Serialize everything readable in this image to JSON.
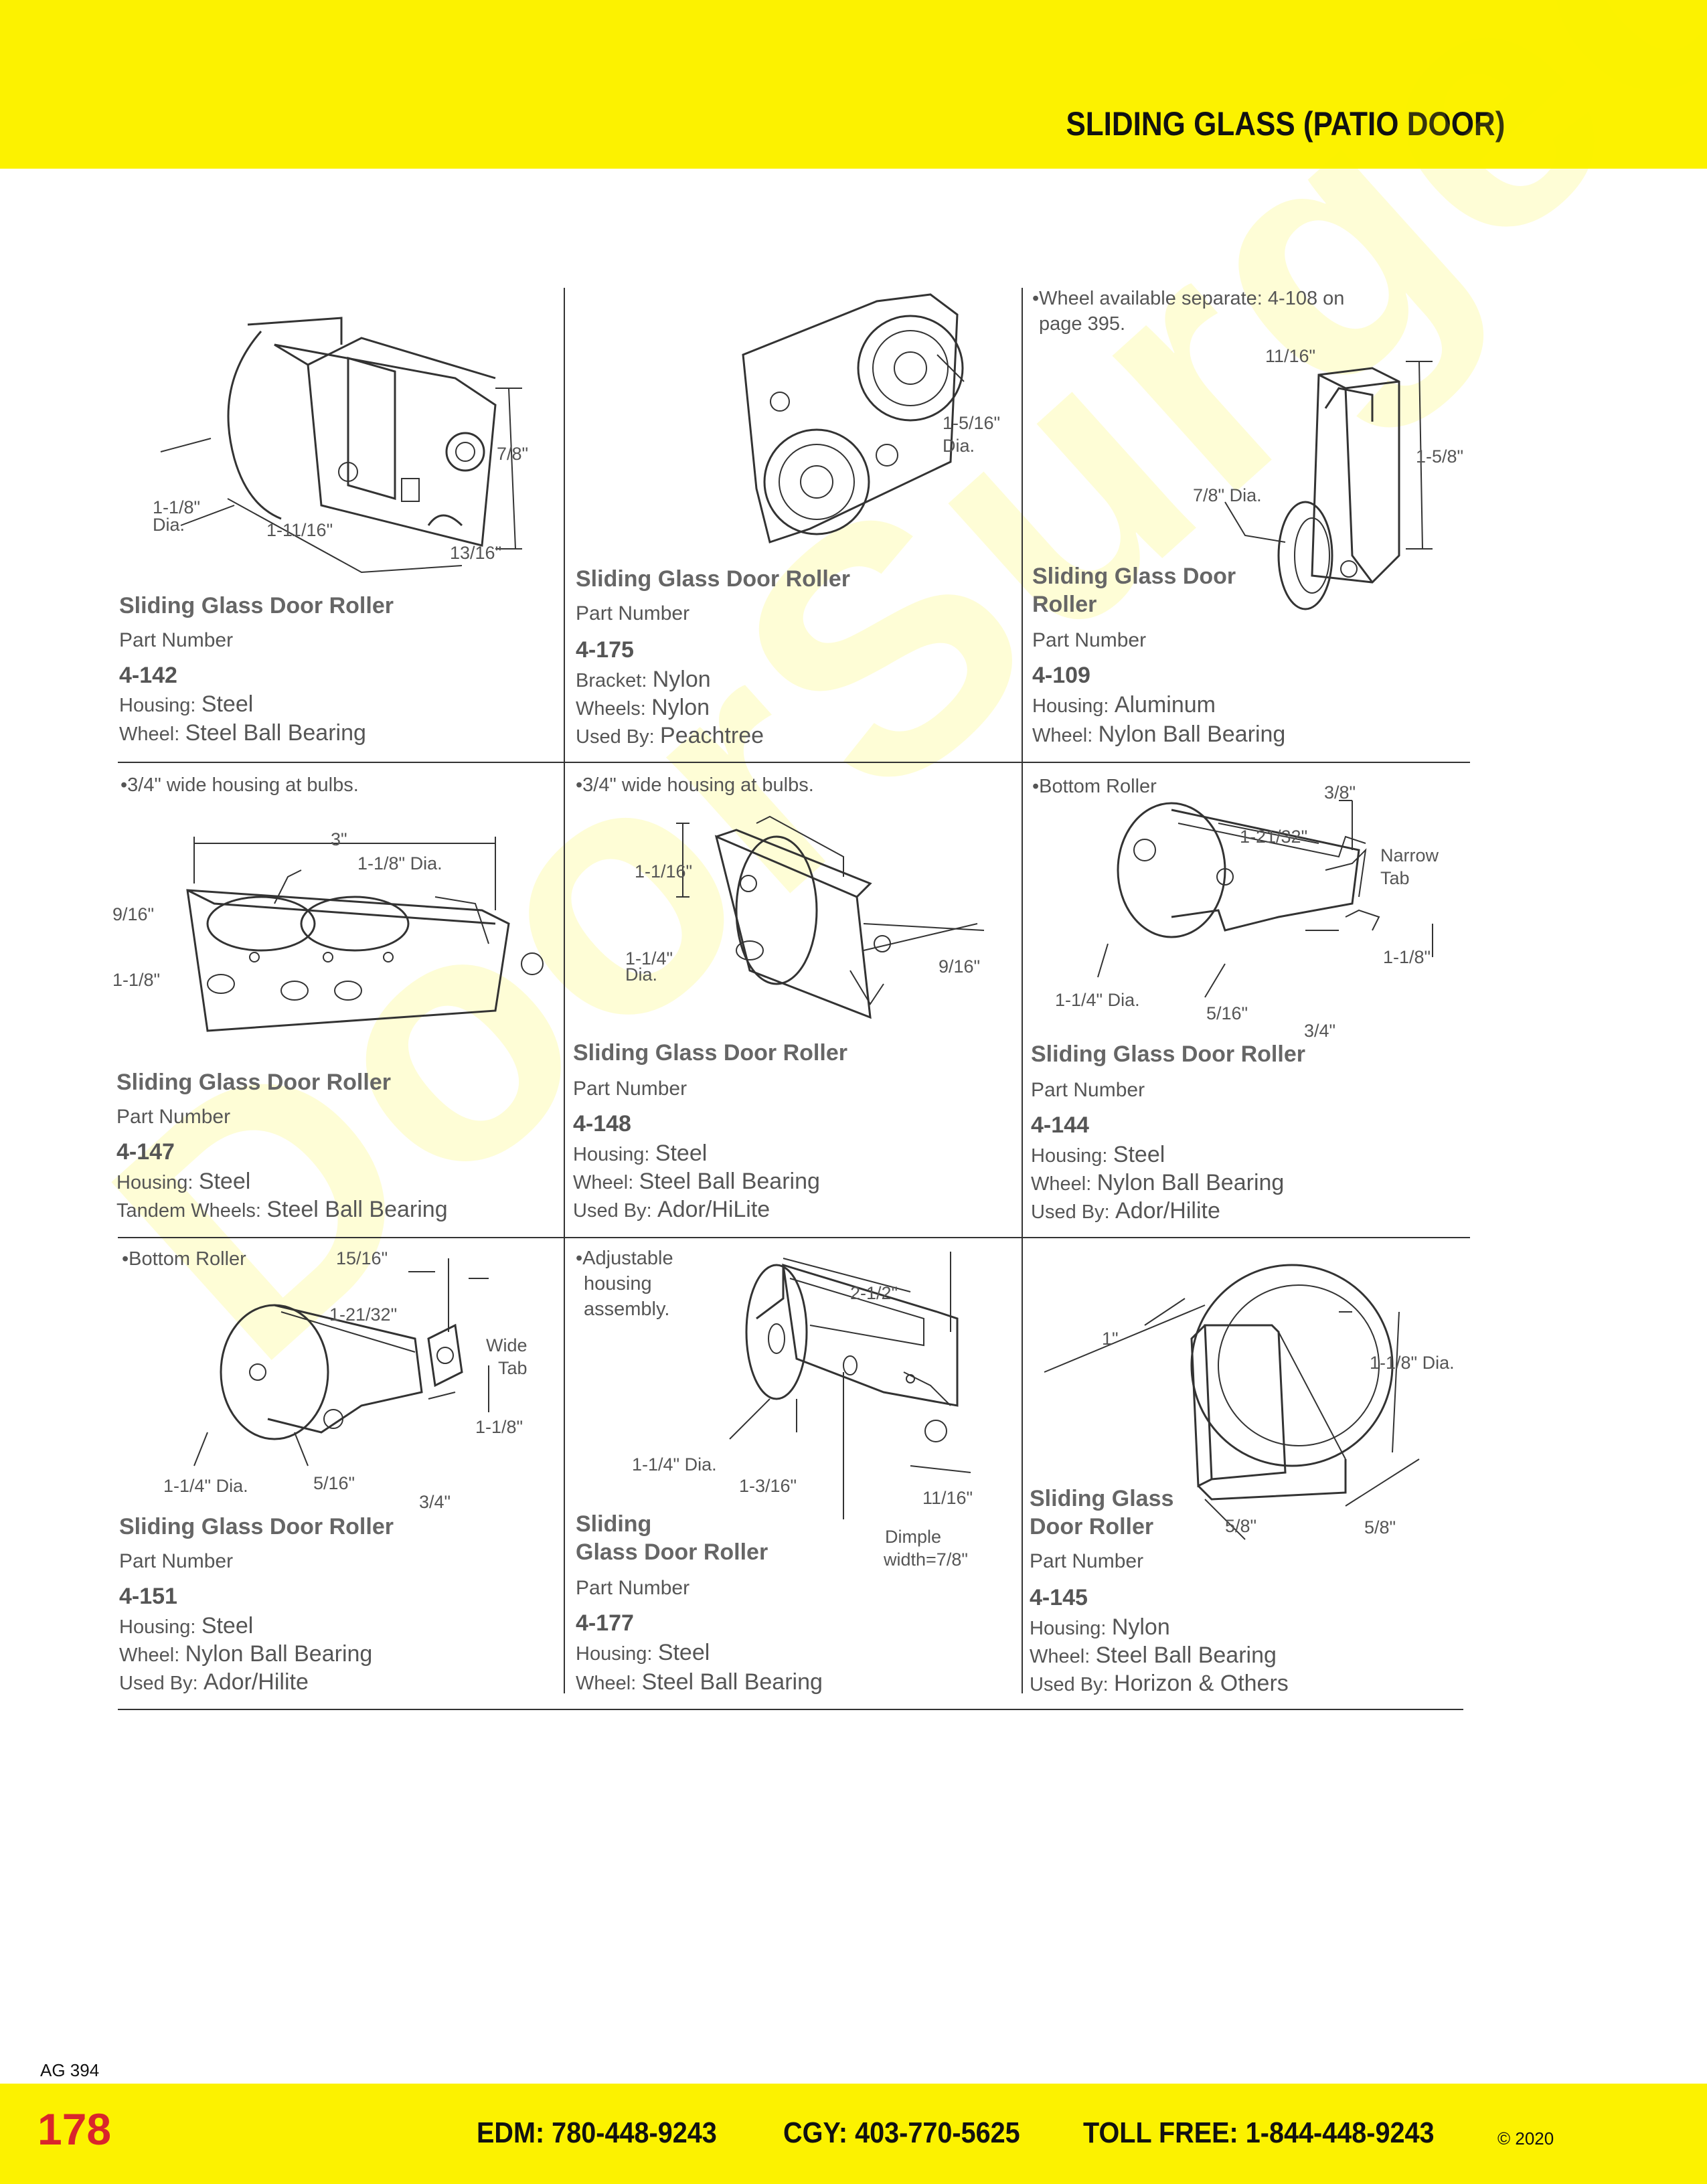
{
  "header": {
    "title": "SLIDING GLASS (PATIO DOOR)"
  },
  "watermark": "DoorSurgeon.com",
  "footer": {
    "page_number": "178",
    "ag_code": "AG 394",
    "edm": "EDM: 780-448-9243",
    "cgy": "CGY: 403-770-5625",
    "toll_free": "TOLL FREE: 1-844-448-9243",
    "copyright": "© 2020"
  },
  "products": [
    {
      "title": "Sliding Glass Door Roller",
      "part_label": "Part Number",
      "part": "4-142",
      "specs": [
        {
          "k": "Housing:",
          "v": "Steel"
        },
        {
          "k": "Wheel:",
          "v": "Steel Ball Bearing"
        }
      ],
      "dims": [
        "7/8\"",
        "1-1/8\"",
        "Dia.",
        "1-11/16\"",
        "13/16\""
      ]
    },
    {
      "title": "Sliding Glass Door Roller",
      "part_label": "Part Number",
      "part": "4-175",
      "specs": [
        {
          "k": "Bracket:",
          "v": "Nylon"
        },
        {
          "k": "Wheels:",
          "v": "Nylon"
        },
        {
          "k": "Used By:",
          "v": "Peachtree"
        }
      ],
      "dims": [
        "1-5/16\"",
        "Dia."
      ]
    },
    {
      "note": [
        "•Wheel available separate: 4-108 on",
        "page 395."
      ],
      "title_lines": [
        "Sliding Glass Door",
        "Roller"
      ],
      "part_label": "Part Number",
      "part": "4-109",
      "specs": [
        {
          "k": "Housing:",
          "v": "Aluminum"
        },
        {
          "k": "Wheel:",
          "v": "Nylon Ball Bearing"
        }
      ],
      "dims": [
        "11/16\"",
        "1-5/8\"",
        "7/8\" Dia."
      ]
    },
    {
      "note": [
        "•3/4\" wide housing at bulbs."
      ],
      "title": "Sliding Glass Door Roller",
      "part_label": "Part Number",
      "part": "4-147",
      "specs": [
        {
          "k": "Housing:",
          "v": "Steel"
        },
        {
          "k": "Tandem Wheels:",
          "v": "Steel Ball Bearing"
        }
      ],
      "dims": [
        "3\"",
        "1-1/8\" Dia.",
        "9/16\"",
        "1-1/8\""
      ]
    },
    {
      "note": [
        "•3/4\" wide housing at bulbs."
      ],
      "title": "Sliding Glass Door Roller",
      "part_label": "Part Number",
      "part": "4-148",
      "specs": [
        {
          "k": "Housing:",
          "v": "Steel"
        },
        {
          "k": "Wheel:",
          "v": "Steel Ball Bearing"
        },
        {
          "k": "Used By:",
          "v": "Ador/HiLite"
        }
      ],
      "dims": [
        "1-1/16\"",
        "1-1/4\"",
        "Dia.",
        "9/16\""
      ]
    },
    {
      "note": [
        "•Bottom Roller"
      ],
      "title": "Sliding Glass Door Roller",
      "part_label": "Part Number",
      "part": "4-144",
      "specs": [
        {
          "k": "Housing:",
          "v": "Steel"
        },
        {
          "k": "Wheel:",
          "v": "Nylon Ball Bearing"
        },
        {
          "k": "Used By:",
          "v": "Ador/Hilite"
        }
      ],
      "dims": [
        "3/8\"",
        "1-21/32\"",
        "Narrow",
        "Tab",
        "1-1/8\"",
        "1-1/4\" Dia.",
        "5/16\"",
        "3/4\""
      ]
    },
    {
      "note": [
        "•Bottom Roller"
      ],
      "title": "Sliding Glass Door Roller",
      "part_label": "Part Number",
      "part": "4-151",
      "specs": [
        {
          "k": "Housing:",
          "v": "Steel"
        },
        {
          "k": "Wheel:",
          "v": "Nylon Ball Bearing"
        },
        {
          "k": "Used By:",
          "v": "Ador/Hilite"
        }
      ],
      "dims": [
        "15/16\"",
        "1-21/32\"",
        "Wide",
        "Tab",
        "1-1/8\"",
        "1-1/4\" Dia.",
        "5/16\"",
        "3/4\""
      ]
    },
    {
      "note": [
        "•Adjustable",
        "housing",
        "assembly."
      ],
      "title_lines": [
        "Sliding",
        "Glass Door Roller"
      ],
      "part_label": "Part Number",
      "part": "4-177",
      "specs": [
        {
          "k": "Housing:",
          "v": "Steel"
        },
        {
          "k": "Wheel:",
          "v": "Steel Ball Bearing"
        }
      ],
      "dims": [
        "2-1/2\"",
        "1-1/4\" Dia.",
        "1-3/16\"",
        "11/16\"",
        "Dimple",
        "width=7/8\""
      ]
    },
    {
      "title_lines": [
        "Sliding Glass",
        "Door Roller"
      ],
      "part_label": "Part Number",
      "part": "4-145",
      "specs": [
        {
          "k": "Housing:",
          "v": "Nylon"
        },
        {
          "k": "Wheel:",
          "v": "Steel Ball Bearing"
        },
        {
          "k": "Used By:",
          "v": "Horizon & Others"
        }
      ],
      "dims": [
        "1\"",
        "1-1/8\" Dia.",
        "5/8\"",
        "5/8\""
      ]
    }
  ]
}
